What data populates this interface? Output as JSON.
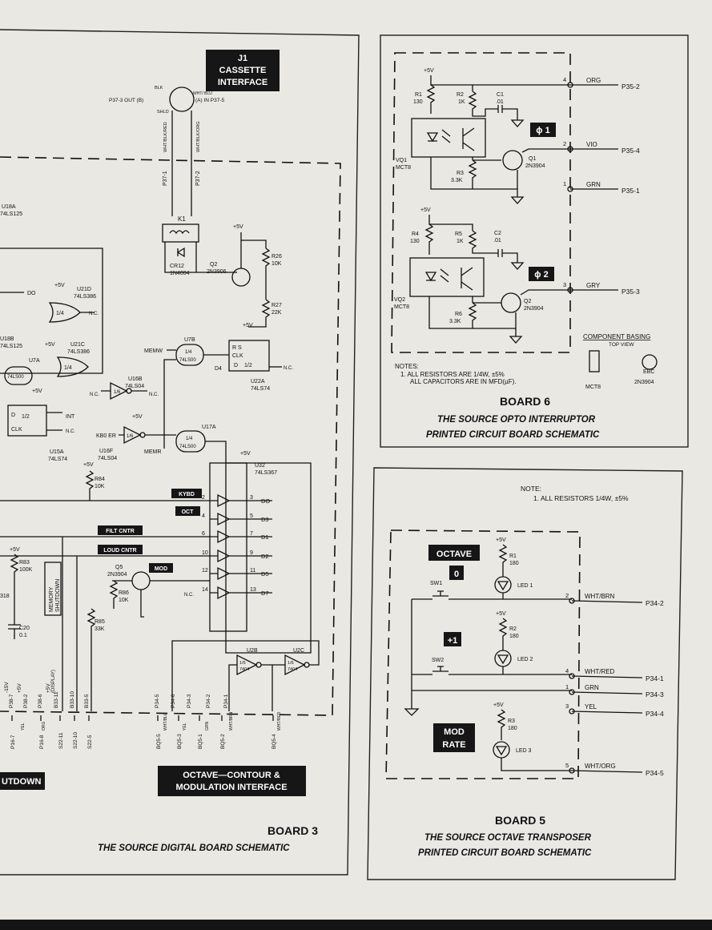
{
  "board3": {
    "title": "BOARD 3",
    "caption": "THE SOURCE DIGITAL BOARD SCHEMATIC",
    "j1_label": [
      "J1",
      "CASSETTE",
      "INTERFACE"
    ],
    "interface_box": [
      "OCTAVE—CONTOUR &",
      "MODULATION INTERFACE"
    ],
    "shutdown_box": "UTDOWN",
    "tags": [
      "KYBD",
      "OCT",
      "FILT CNTR",
      "LOUD CNTR",
      "MOD"
    ],
    "memory_shutdown": [
      "MEMORY",
      "SHUTDOWN"
    ],
    "parts": {
      "u18a": [
        "U18A",
        "74LS125"
      ],
      "u18b": [
        "U18B",
        "74LS125"
      ],
      "u21d": [
        "U21D",
        "74LS386"
      ],
      "u21c": [
        "U21C",
        "74LS386"
      ],
      "u7a": "U7A",
      "u7a_type": "74LS00",
      "u7b": [
        "U7B",
        "1/4",
        "74LS00"
      ],
      "u15a": [
        "U15A",
        "74LS74"
      ],
      "u22a": [
        "U22A",
        "74LS74"
      ],
      "u16b": [
        "U16B",
        "74LS04"
      ],
      "u16f": [
        "U16F",
        "74LS04"
      ],
      "u17a": [
        "U17A",
        "1/4",
        "74LS00"
      ],
      "u32": [
        "U32",
        "74LS367"
      ],
      "u2b": [
        "U2B",
        "1/6",
        "7404"
      ],
      "u2c": [
        "U2C",
        "1/6",
        "7404"
      ],
      "k1": "K1",
      "cr12": [
        "CR12",
        "1N4004"
      ],
      "q2": [
        "Q2",
        "2N3906"
      ],
      "q5": [
        "Q5",
        "2N3904"
      ],
      "r26": [
        "R26",
        "10K"
      ],
      "r27": [
        "R27",
        "22K"
      ],
      "r84": [
        "R84",
        "10K"
      ],
      "r83": [
        "R83",
        "100K"
      ],
      "r85": [
        "R85",
        "33K"
      ],
      "r86": [
        "R86",
        "10K"
      ],
      "c20": [
        "C20",
        "0.1"
      ],
      "ic318": "318"
    },
    "misc": {
      "plus5v": "+5V",
      "minus15v": "-15V",
      "do": "DO",
      "nc": "N.C.",
      "int": "INT",
      "memw": "MEMW",
      "memr": "MEMR",
      "kb0er": "KB0 ER",
      "d4": "D4",
      "one_fourth": "1/4",
      "one_sixth": "1/6",
      "one_half": "1/2",
      "clk": "CLK",
      "p37_3": "P37-3  OUT (B)",
      "p37_5": "(A) IN  P37-5",
      "p37_1": "P37-1",
      "p37_2": "P37-2",
      "blk": "BLK",
      "shld": "SHLD",
      "wht_blu": "WHT/ BLU",
      "wht_blk_red": "WHT/BLK/RED",
      "wht_blk_org": "WHT/BLK/ORG",
      "display": "(DISPLAY)"
    },
    "u32_outputs": [
      "DO",
      "D3",
      "D1",
      "D2",
      "D5",
      "D7"
    ],
    "u32_pins_left": [
      "2",
      "4",
      "6",
      "10",
      "12",
      "14"
    ],
    "u32_pins_right": [
      "3",
      "5",
      "7",
      "9",
      "11",
      "13"
    ],
    "bottom_connectors": [
      "P38-7",
      "P38-2",
      "P38-6",
      "B33-11",
      "B33-10",
      "B33-5",
      "P34-5",
      "P34-6",
      "P34-3",
      "P34-2",
      "P34-1"
    ],
    "bottom_signals": [
      "P16-7",
      "P16-8",
      "S22-11",
      "S22-10",
      "S22-5",
      "BQ5-5",
      "BQ5-3",
      "BQ5-1",
      "BQ5-2",
      "BQ5-4"
    ],
    "bottom_wires": [
      "YEL",
      "ORG",
      "WHT/BLU",
      "YEL",
      "GRN",
      "WHT/BRN",
      "WHT/RED"
    ],
    "bottom_voltages": [
      "+5V",
      "+5V"
    ]
  },
  "board6": {
    "title": "BOARD 6",
    "caption": [
      "THE SOURCE OPTO INTERRUPTOR",
      "PRINTED CIRCUIT BOARD SCHEMATIC"
    ],
    "phase1": "ϕ 1",
    "phase2": "ϕ 2",
    "plus5v": "+5V",
    "r1": [
      "R1",
      "130"
    ],
    "r2": [
      "R2",
      "1K"
    ],
    "c1": [
      "C1",
      ".01"
    ],
    "r3": [
      "R3",
      "3.3K"
    ],
    "vq1": [
      "VQ1",
      "MCT8"
    ],
    "q1": [
      "Q1",
      "2N3904"
    ],
    "r4": [
      "R4",
      "130"
    ],
    "r5": [
      "R5",
      "1K"
    ],
    "c2": [
      "C2",
      ".01"
    ],
    "r6": [
      "R6",
      "3.3K"
    ],
    "vq2": [
      "VQ2",
      "MCT8"
    ],
    "q2": [
      "Q2",
      "2N3904"
    ],
    "wires": [
      "ORG",
      "VIO",
      "GRN",
      "GRY"
    ],
    "pins": [
      "4",
      "2",
      "1",
      "3"
    ],
    "connectors": [
      "P35-2",
      "P35-4",
      "P35-1",
      "P35-3"
    ],
    "notes_title": "NOTES:",
    "notes": [
      "1. ALL RESISTORS ARE  1/4W, ±5%",
      "ALL CAPACITORS ARE IN MFD(µF)."
    ],
    "basing_title": "COMPONENT  BASING",
    "basing_sub": "TOP VIEW",
    "basing_parts": [
      "MCT8",
      "2N3904"
    ],
    "basing_pins": "EBC"
  },
  "board5": {
    "title": "BOARD 5",
    "caption": [
      "THE SOURCE OCTAVE TRANSPOSER",
      "PRINTED CIRCUIT BOARD SCHEMATIC"
    ],
    "note_title": "NOTE:",
    "note": "1. ALL RESISTORS 1/4W,  ±5%",
    "octave": "OCTAVE",
    "zero": "0",
    "plus1": "+1",
    "mod_rate": [
      "MOD",
      "RATE"
    ],
    "plus5v": "+5V",
    "r1": [
      "R1",
      "180"
    ],
    "r2": [
      "R2",
      "180"
    ],
    "r3": [
      "R3",
      "180"
    ],
    "leds": [
      "LED 1",
      "LED 2",
      "LED 3"
    ],
    "sw1": "SW1",
    "sw2": "SW2",
    "wires": [
      "WHT/BRN",
      "WHT/RED",
      "GRN",
      "YEL",
      "WHT/ORG"
    ],
    "pins": [
      "2",
      "4",
      "1",
      "3",
      "5"
    ],
    "connectors": [
      "P34-2",
      "P34-1",
      "P34-3",
      "P34-4",
      "P34-5"
    ]
  }
}
